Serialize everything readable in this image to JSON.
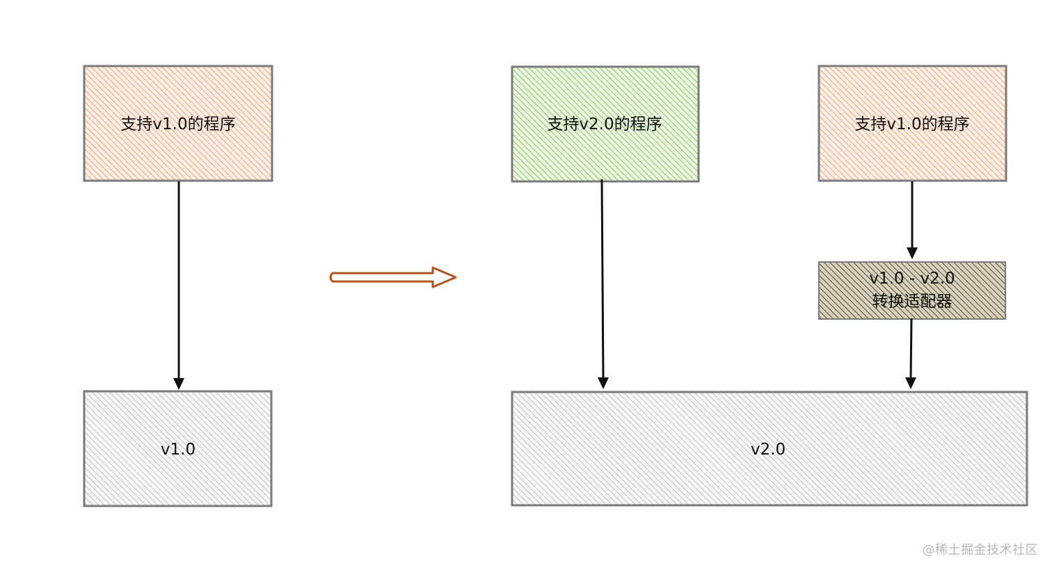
{
  "colors": {
    "orange_hatch": "#f0a67a",
    "orange_bg": "#fbeee4",
    "green_hatch": "#8dc46b",
    "green_bg": "#e9f5df",
    "gray_hatch": "#b0b0b0",
    "gray_bg": "#f3f3f3",
    "adapter_hatch": "#3a3a2a",
    "adapter_bg": "#cfc9b4",
    "border": "#7a7a7a",
    "arrow": "#111111",
    "transition_arrow": "#b0541e"
  },
  "left_panel": {
    "program_label": "支持v1.0的程序",
    "version_label": "v1.0"
  },
  "right_panel": {
    "program_v2_label": "支持v2.0的程序",
    "program_v1_label": "支持v1.0的程序",
    "adapter_line1": "v1.0 - v2.0",
    "adapter_line2": "转换适配器",
    "version_label": "v2.0"
  },
  "watermark": "@稀土掘金技术社区"
}
